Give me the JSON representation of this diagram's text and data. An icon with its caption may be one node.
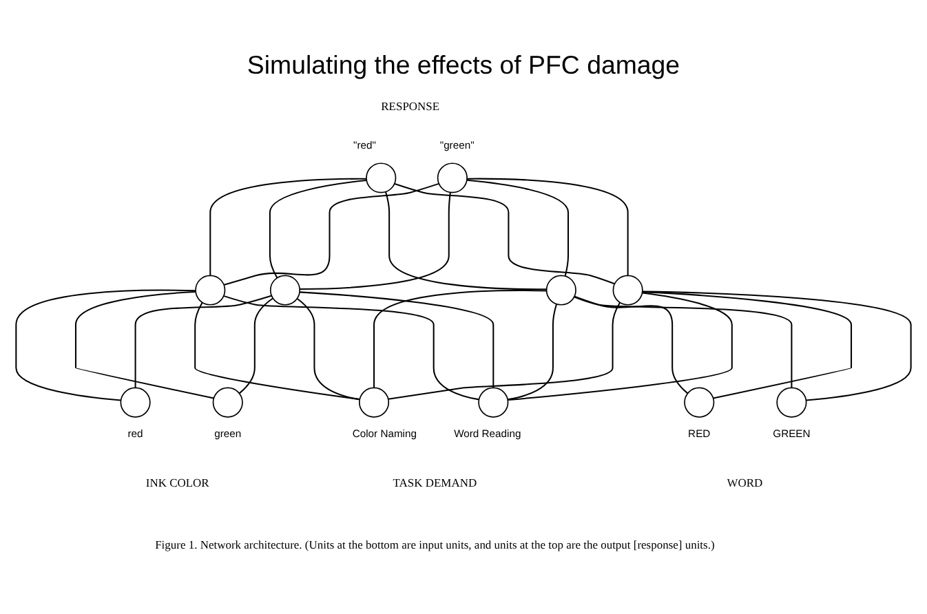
{
  "diagram": {
    "title": "Simulating the effects of PFC damage",
    "caption": "Figure 1. Network architecture. (Units at the bottom are input units, and units at the top are the output [response] units.)",
    "nodes": [
      {
        "text": [],
        "shape": "circle",
        "beside": [
          "\"red\""
        ]
      },
      {
        "text": [],
        "shape": "circle",
        "beside": [
          "\"green\""
        ]
      },
      {
        "text": [],
        "shape": "circle"
      },
      {
        "text": [],
        "shape": "circle"
      },
      {
        "text": [],
        "shape": "circle"
      },
      {
        "text": [],
        "shape": "circle"
      },
      {
        "text": [],
        "shape": "circle",
        "beside": [
          "red"
        ]
      },
      {
        "text": [],
        "shape": "circle",
        "beside": [
          "green"
        ]
      },
      {
        "text": [],
        "shape": "circle",
        "beside": [
          "Color Naming"
        ]
      },
      {
        "text": [],
        "shape": "circle",
        "beside": [
          "Word Reading"
        ]
      },
      {
        "text": [],
        "shape": "circle",
        "beside": [
          "RED"
        ]
      },
      {
        "text": [],
        "shape": "circle",
        "beside": [
          "GREEN"
        ]
      }
    ],
    "edges": [
      {
        "from": 0,
        "to": 2,
        "arrow": "none"
      },
      {
        "from": 0,
        "to": 3,
        "arrow": "none"
      },
      {
        "from": 0,
        "to": 4,
        "arrow": "none"
      },
      {
        "from": 0,
        "to": 5,
        "arrow": "none"
      },
      {
        "from": 1,
        "to": 2,
        "arrow": "none"
      },
      {
        "from": 1,
        "to": 3,
        "arrow": "none"
      },
      {
        "from": 1,
        "to": 4,
        "arrow": "none"
      },
      {
        "from": 1,
        "to": 5,
        "arrow": "none"
      },
      {
        "from": 2,
        "to": 6,
        "arrow": "none"
      },
      {
        "from": 2,
        "to": 7,
        "arrow": "none"
      },
      {
        "from": 2,
        "to": 8,
        "arrow": "none"
      },
      {
        "from": 2,
        "to": 9,
        "arrow": "none"
      },
      {
        "from": 3,
        "to": 6,
        "arrow": "none"
      },
      {
        "from": 3,
        "to": 7,
        "arrow": "none"
      },
      {
        "from": 3,
        "to": 8,
        "arrow": "none"
      },
      {
        "from": 3,
        "to": 9,
        "arrow": "none"
      },
      {
        "from": 4,
        "to": 8,
        "arrow": "none"
      },
      {
        "from": 4,
        "to": 9,
        "arrow": "none"
      },
      {
        "from": 4,
        "to": 10,
        "arrow": "none"
      },
      {
        "from": 4,
        "to": 11,
        "arrow": "none"
      },
      {
        "from": 5,
        "to": 8,
        "arrow": "none"
      },
      {
        "from": 5,
        "to": 9,
        "arrow": "none"
      },
      {
        "from": 5,
        "to": 10,
        "arrow": "none"
      },
      {
        "from": 5,
        "to": 11,
        "arrow": "none"
      }
    ],
    "labels": [
      "RESPONSE",
      "INK COLOR",
      "TASK DEMAND",
      "WORD"
    ]
  }
}
